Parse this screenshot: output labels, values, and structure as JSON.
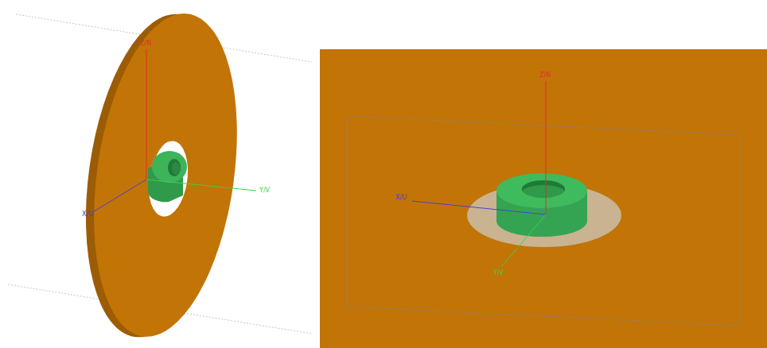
{
  "diagram": {
    "labels": [
      "Z/N",
      "X/U",
      "Y/V",
      "Z/N",
      "X/U",
      "Y/V"
    ]
  }
}
